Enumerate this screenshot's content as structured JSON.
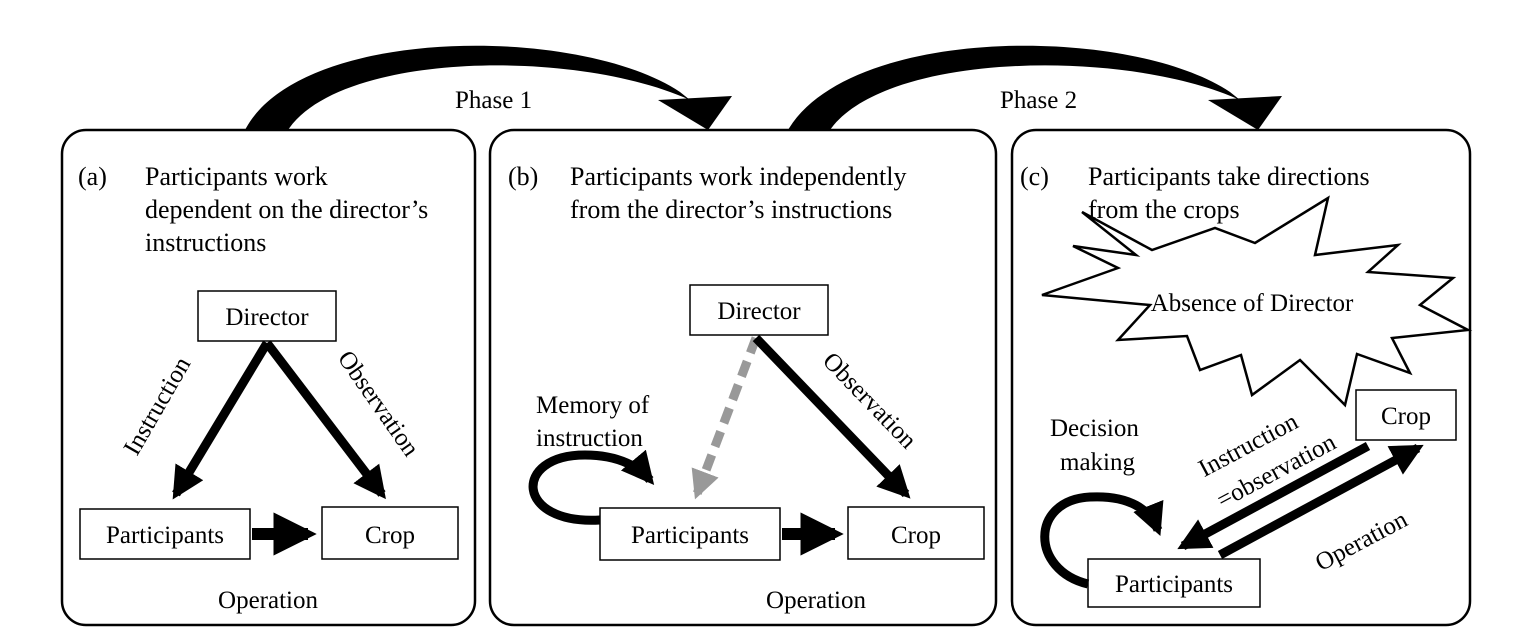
{
  "phases": [
    {
      "label": "Phase 1"
    },
    {
      "label": "Phase 2"
    }
  ],
  "panels": [
    {
      "letter": "(a)",
      "heading_lines": [
        "Participants work",
        "dependent on the director’s",
        "instructions"
      ],
      "director": "Director",
      "participants": "Participants",
      "crop": "Crop",
      "instruction": "Instruction",
      "observation": "Observation",
      "operation": "Operation"
    },
    {
      "letter": "(b)",
      "heading_lines": [
        "Participants work independently",
        "from the director’s instructions"
      ],
      "director": "Director",
      "participants": "Participants",
      "crop": "Crop",
      "memory_lines": [
        "Memory of",
        "instruction"
      ],
      "observation": "Observation",
      "operation": "Operation"
    },
    {
      "letter": "(c)",
      "heading_lines": [
        "Participants take directions",
        "from the crops"
      ],
      "absence": "Absence of Director",
      "participants": "Participants",
      "crop": "Crop",
      "decision_lines": [
        "Decision",
        "making"
      ],
      "instruction_lines": [
        "Instruction",
        "=observation"
      ],
      "operation": "Operation"
    }
  ],
  "colors": {
    "line": "#000000",
    "dashed_arrow": "#999999",
    "background": "#ffffff"
  }
}
